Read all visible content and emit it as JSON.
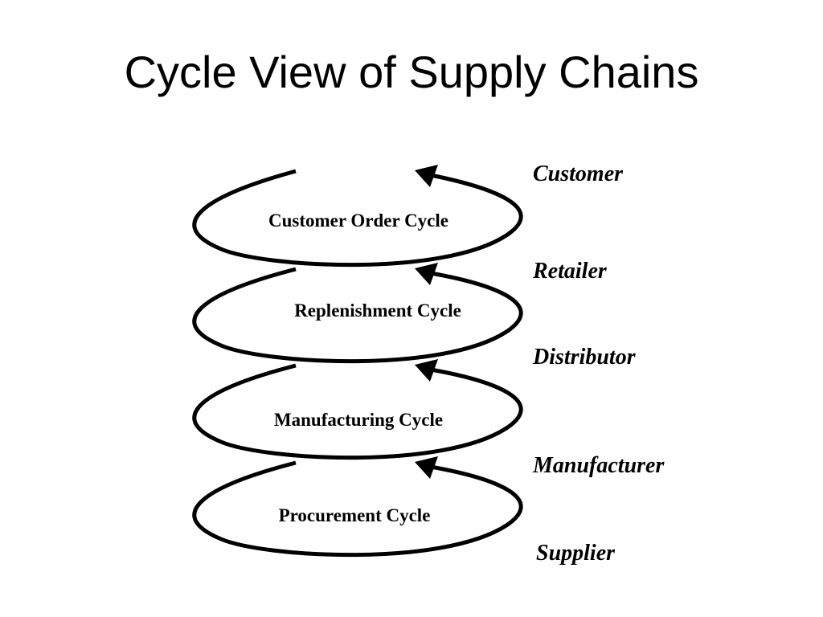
{
  "title": "Cycle View of Supply Chains",
  "cycles": [
    {
      "label": "Customer Order Cycle"
    },
    {
      "label": "Replenishment Cycle"
    },
    {
      "label": "Manufacturing Cycle"
    },
    {
      "label": "Procurement Cycle"
    }
  ],
  "stages": [
    {
      "label": "Customer"
    },
    {
      "label": "Retailer"
    },
    {
      "label": "Distributor"
    },
    {
      "label": "Manufacturer"
    },
    {
      "label": "Supplier"
    }
  ],
  "colors": {
    "background": "#ffffff",
    "ink": "#000000"
  }
}
